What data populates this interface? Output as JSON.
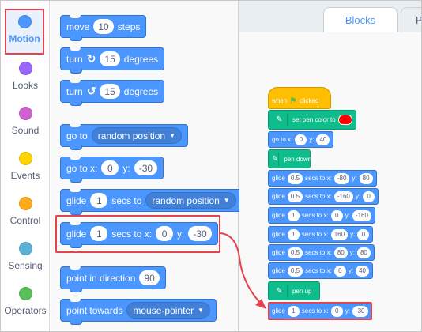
{
  "categories": [
    {
      "label": "Motion",
      "color": "#4c97ff",
      "selected": true
    },
    {
      "label": "Looks",
      "color": "#9966ff"
    },
    {
      "label": "Sound",
      "color": "#cf63cf"
    },
    {
      "label": "Events",
      "color": "#ffd500"
    },
    {
      "label": "Control",
      "color": "#ffab19"
    },
    {
      "label": "Sensing",
      "color": "#5cb1d6"
    },
    {
      "label": "Operators",
      "color": "#59c059"
    }
  ],
  "tabs": {
    "active": "Blocks",
    "next": "P"
  },
  "palette": {
    "move": {
      "pre": "move",
      "value": "10",
      "post": "steps"
    },
    "turn_right": {
      "pre": "turn",
      "icon": "↻",
      "value": "15",
      "post": "degrees"
    },
    "turn_left": {
      "pre": "turn",
      "icon": "↺",
      "value": "15",
      "post": "degrees"
    },
    "goto": {
      "pre": "go to",
      "menu": "random position"
    },
    "goto_xy": {
      "pre": "go to x:",
      "x": "0",
      "ylabel": "y:",
      "y": "-30"
    },
    "glide_to": {
      "pre": "glide",
      "value": "1",
      "mid": "secs to",
      "menu": "random position"
    },
    "glide_xy": {
      "pre": "glide",
      "value": "1",
      "mid": "secs to x:",
      "x": "0",
      "ylabel": "y:",
      "y": "-30"
    },
    "point_dir": {
      "pre": "point in direction",
      "value": "90"
    },
    "point_towards": {
      "pre": "point towards",
      "menu": "mouse-pointer"
    }
  },
  "script": {
    "hat": {
      "pre": "when",
      "post": "clicked"
    },
    "set_pen": {
      "label": "set pen color to"
    },
    "goto": {
      "pre": "go to x:",
      "x": "0",
      "ylabel": "y:",
      "y": "40"
    },
    "pen_down": {
      "label": "pen down"
    },
    "glides": [
      {
        "pre": "glide",
        "secs": "0.5",
        "mid": "secs to x:",
        "x": "-80",
        "ylabel": "y:",
        "y": "80"
      },
      {
        "pre": "glide",
        "secs": "0.5",
        "mid": "secs to x:",
        "x": "-160",
        "ylabel": "y:",
        "y": "0"
      },
      {
        "pre": "glide",
        "secs": "1",
        "mid": "secs to x:",
        "x": "0",
        "ylabel": "y:",
        "y": "-160"
      },
      {
        "pre": "glide",
        "secs": "1",
        "mid": "secs to x:",
        "x": "160",
        "ylabel": "y:",
        "y": "0"
      },
      {
        "pre": "glide",
        "secs": "0.5",
        "mid": "secs to x:",
        "x": "80",
        "ylabel": "y:",
        "y": "80"
      },
      {
        "pre": "glide",
        "secs": "0.5",
        "mid": "secs to x:",
        "x": "0",
        "ylabel": "y:",
        "y": "40"
      }
    ],
    "pen_up": {
      "label": "pen up"
    },
    "last_glide": {
      "pre": "glide",
      "secs": "1",
      "mid": "secs to x:",
      "x": "0",
      "ylabel": "y:",
      "y": "-30"
    }
  }
}
